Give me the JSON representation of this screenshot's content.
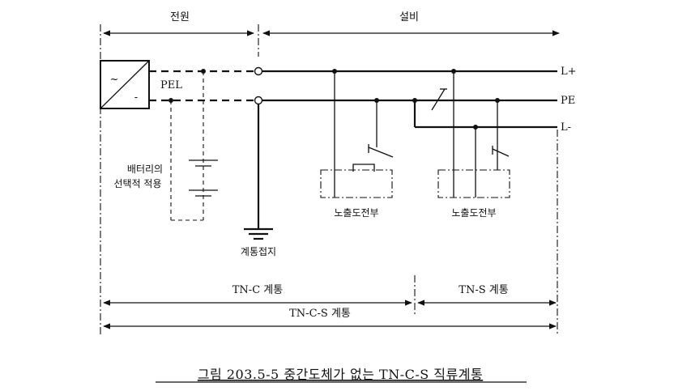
{
  "labels": {
    "source": "전원",
    "installation": "설비",
    "l_plus": "L+",
    "pe": "PE",
    "l_minus": "L-",
    "pel": "PEL",
    "battery_line1": "배터리의",
    "battery_line2": "선택적 적용",
    "exposed_part_1": "노출도전부",
    "exposed_part_2": "노출도전부",
    "system_earth": "계통접지",
    "tnc": "TN-C 계통",
    "tns": "TN-S 계통",
    "tncs": "TN-C-S 계통",
    "ac_symbol": "~",
    "dc_symbol": "-"
  },
  "caption": "그림 203.5-5 중간도체가 없는 TN-C-S 직류계통"
}
